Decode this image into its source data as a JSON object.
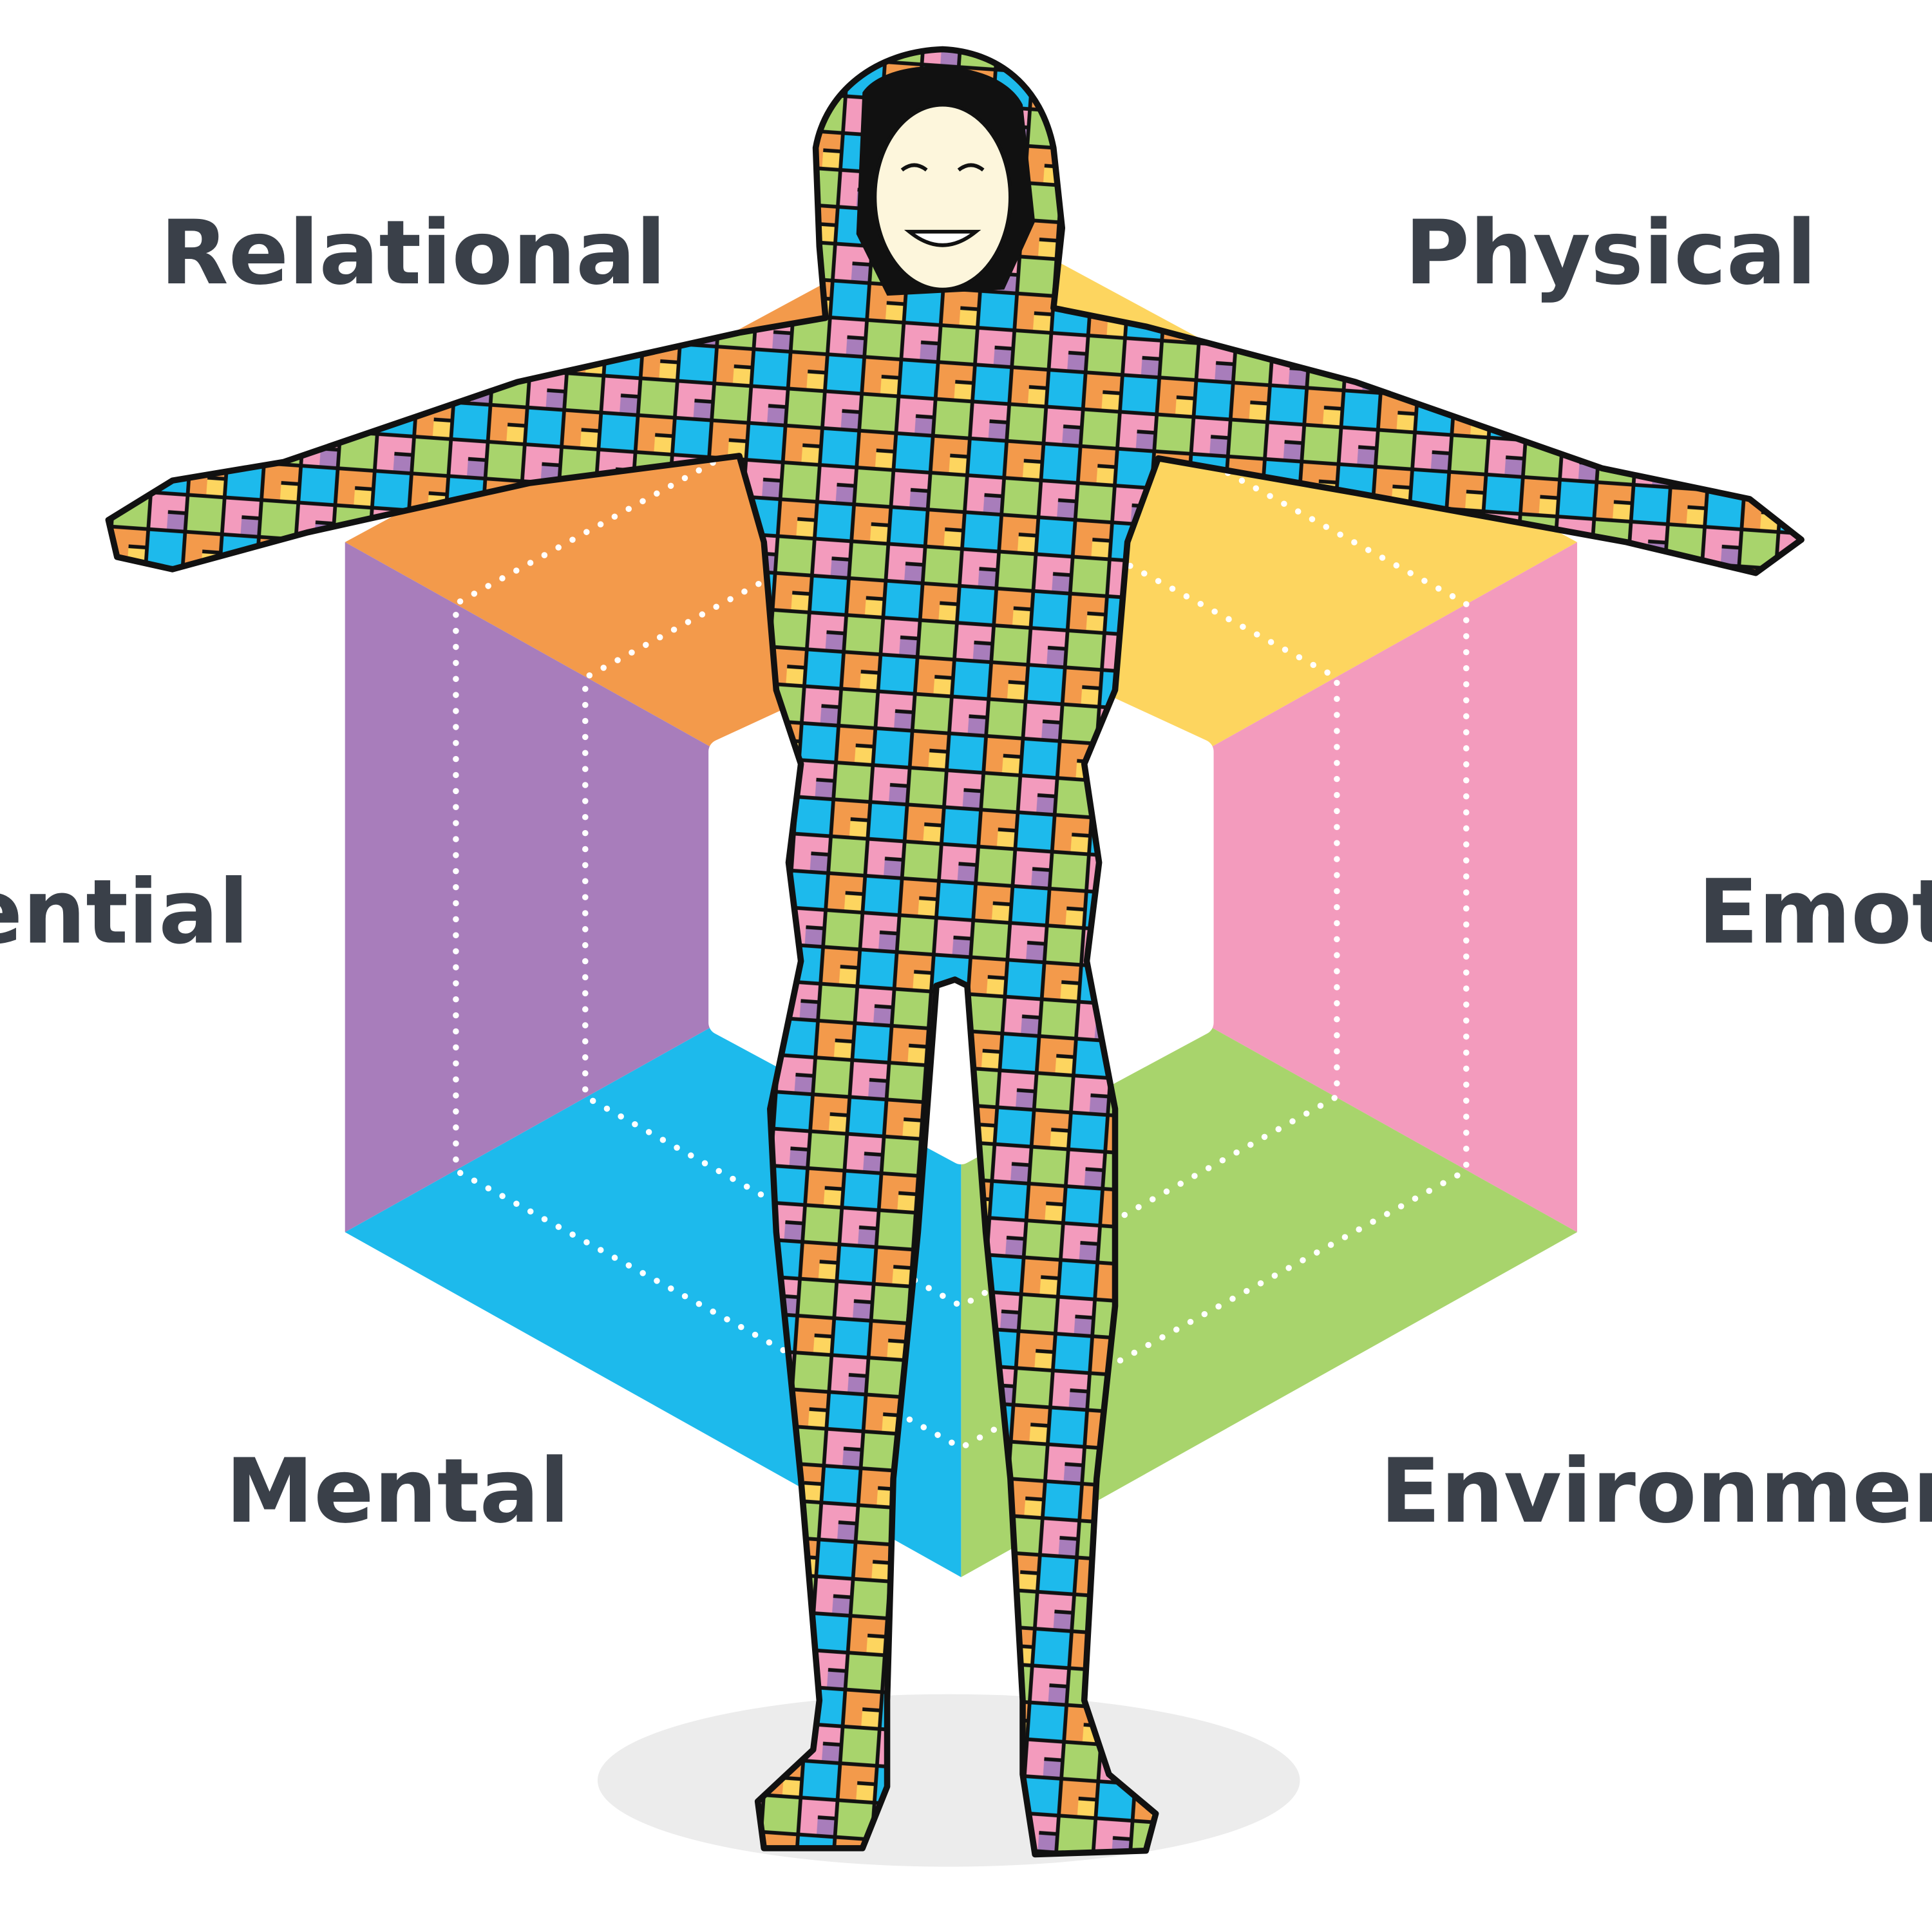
{
  "diagram": {
    "labels": {
      "relational": "Relational",
      "physical": "Physical",
      "existential": "Existential",
      "emotional": "Emotional",
      "mental": "Mental",
      "environmental": "Environmental"
    },
    "colors": {
      "relational": "#f39a4b",
      "physical": "#fdd55f",
      "emotional": "#f39bbd",
      "environmental": "#a8d46c",
      "mental": "#1dbaec",
      "existential": "#a87dbb",
      "text": "#3a4049"
    }
  }
}
